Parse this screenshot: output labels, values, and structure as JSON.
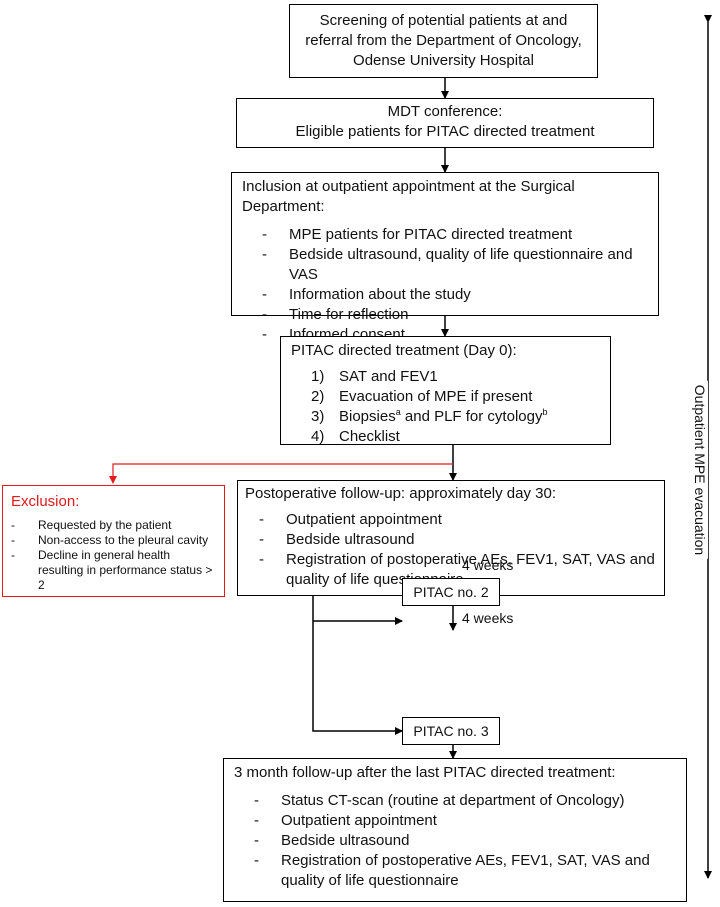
{
  "screening": "Screening of potential patients at and referral from the Department of Oncology, Odense University Hospital",
  "mdt": {
    "line1": "MDT conference:",
    "line2": "Eligible patients for PITAC directed treatment"
  },
  "inclusion": {
    "title": "Inclusion at outpatient appointment at the Surgical Department:",
    "items": [
      "MPE patients for PITAC directed treatment",
      "Bedside ultrasound, quality of life questionnaire and VAS",
      "Information about the study",
      "Time for reflection",
      "Informed consent"
    ]
  },
  "pitac_day0": {
    "title": "PITAC directed treatment (Day 0):",
    "items": [
      {
        "num": "1)",
        "text": "SAT and FEV1"
      },
      {
        "num": "2)",
        "text": "Evacuation of MPE if present"
      },
      {
        "num": "3)",
        "text_a": "Biopsies",
        "sup_a": "a",
        "text_b": " and PLF for cytology",
        "sup_b": "b"
      },
      {
        "num": "4)",
        "text": "Checklist"
      }
    ]
  },
  "exclusion": {
    "title": "Exclusion:",
    "items": [
      "Requested by the patient",
      "Non-access to the pleural cavity",
      "Decline in general health resulting in performance status > 2"
    ]
  },
  "followup30": {
    "title": "Postoperative follow-up: approximately day 30:",
    "items": [
      "Outpatient appointment",
      "Bedside ultrasound",
      "Registration of postoperative AEs, FEV1, SAT, VAS and quality of life questionnaire"
    ]
  },
  "weeks1": "4 weeks",
  "pitac2": "PITAC no. 2",
  "weeks2": "4 weeks",
  "pitac3": "PITAC no. 3",
  "followup3m": {
    "title": "3 month follow-up after the last PITAC directed treatment:",
    "items": [
      "Status CT-scan (routine at department of Oncology)",
      "Outpatient appointment",
      "Bedside ultrasound",
      "Registration of postoperative AEs, FEV1, SAT, VAS and quality of life questionnaire"
    ]
  },
  "side_label": "Outpatient MPE evacuation",
  "colors": {
    "exclusion": "#e11a1a",
    "box_border": "#000000"
  }
}
